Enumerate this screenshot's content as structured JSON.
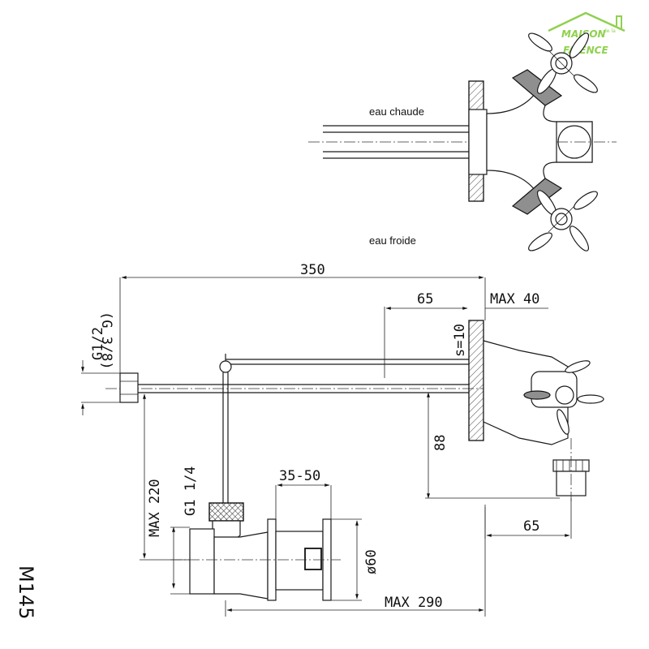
{
  "logo": {
    "line1": "MAISON",
    "line2": "de la",
    "line3": "FAÏENCE",
    "color": "#8fd14f"
  },
  "top_view": {
    "hot_label": "eau chaude",
    "cold_label": "eau froide"
  },
  "dimensions": {
    "d350": "350",
    "d65_top": "65",
    "max40": "MAX 40",
    "s10": "s=10",
    "d88": "88",
    "d65_right": "65",
    "d35_50": "35-50",
    "phi60": "ø60",
    "max290": "MAX 290",
    "max220": "MAX 220",
    "g114": "G1 1/4",
    "g12": "G1/2",
    "g38": "(G 3/8)"
  },
  "model": "M145"
}
